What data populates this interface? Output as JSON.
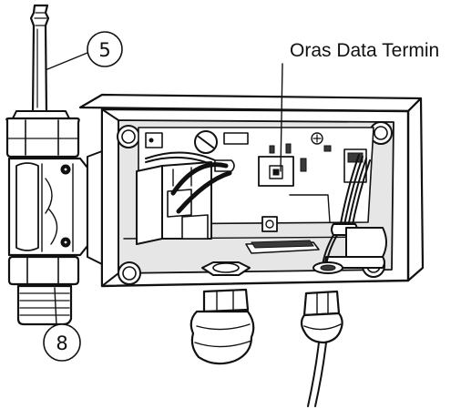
{
  "callouts": [
    {
      "id": "5",
      "label": "5"
    },
    {
      "id": "8",
      "label": "8"
    }
  ],
  "terminal_label": "Oras Data Termin",
  "colors": {
    "line": "#111111",
    "background": "#ffffff",
    "light_fill": "#e6e6e6"
  }
}
